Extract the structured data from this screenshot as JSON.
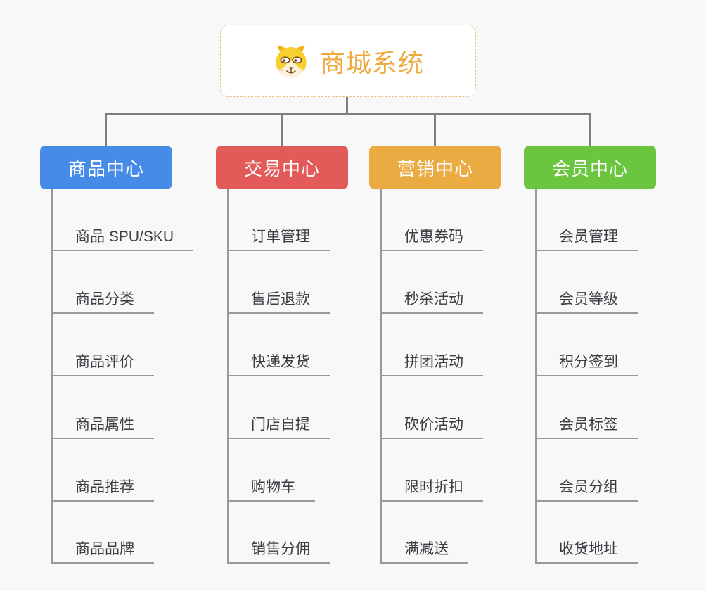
{
  "colors": {
    "background": "#F8F8F8",
    "connector": "#7F7F7F",
    "underline": "#97999C",
    "item_text": "#3A3E43",
    "root_title": "#EFA93E",
    "root_border": "#E6C27E"
  },
  "root": {
    "title": "商城系统",
    "icon": "dog-face-icon"
  },
  "branches": [
    {
      "label": "商品中心",
      "color": "#478BE8",
      "items": [
        "商品 SPU/SKU",
        "商品分类",
        "商品评价",
        "商品属性",
        "商品推荐",
        "商品品牌"
      ]
    },
    {
      "label": "交易中心",
      "color": "#E25B58",
      "items": [
        "订单管理",
        "售后退款",
        "快递发货",
        "门店自提",
        "购物车",
        "销售分佣"
      ]
    },
    {
      "label": "营销中心",
      "color": "#EBAB43",
      "items": [
        "优惠券码",
        "秒杀活动",
        "拼团活动",
        "砍价活动",
        "限时折扣",
        "满减送"
      ]
    },
    {
      "label": "会员中心",
      "color": "#6CC53E",
      "items": [
        "会员管理",
        "会员等级",
        "积分签到",
        "会员标签",
        "会员分组",
        "收货地址"
      ]
    }
  ]
}
